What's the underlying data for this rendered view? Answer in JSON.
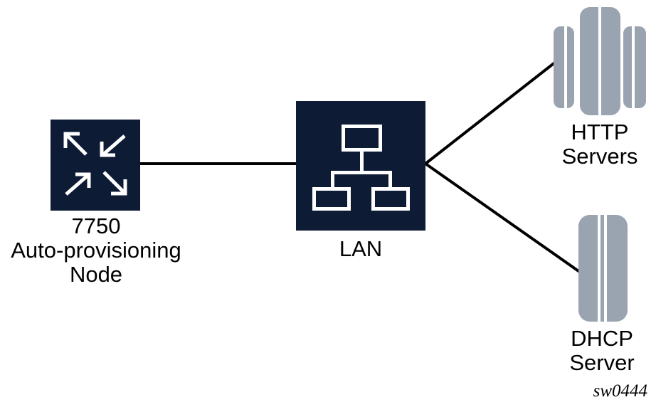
{
  "figure_id": "sw0444",
  "colors": {
    "node_fill": "#0d1b35",
    "icon_stroke": "#ffffff",
    "server_fill": "#9aa4b1",
    "connector_line": "#000000",
    "label_text": "#000000",
    "background": "#ffffff"
  },
  "nodes": {
    "router": {
      "icon": "expand-arrows-icon",
      "label_lines": [
        "7750",
        "Auto-provisioning",
        "Node"
      ]
    },
    "lan": {
      "icon": "network-tree-icon",
      "label": "LAN"
    },
    "http_servers": {
      "icon": "server-stack-icon",
      "label_lines": [
        "HTTP",
        "Servers"
      ]
    },
    "dhcp_server": {
      "icon": "server-tower-icon",
      "label_lines": [
        "DHCP",
        "Server"
      ]
    }
  },
  "connections": [
    {
      "from": "router",
      "to": "lan"
    },
    {
      "from": "lan",
      "to": "http_servers"
    },
    {
      "from": "lan",
      "to": "dhcp_server"
    }
  ]
}
